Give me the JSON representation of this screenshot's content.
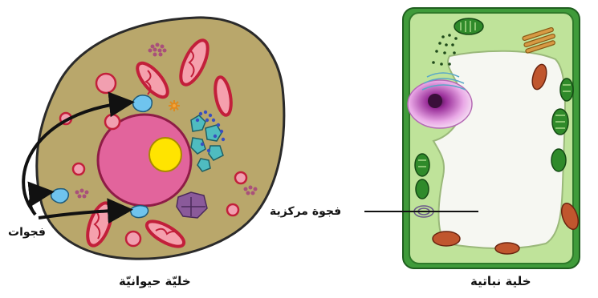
{
  "labels": {
    "vacuoles": "فجوات",
    "central_vacuole": "فجوة مركزية",
    "animal_cell": "خليّة حيوانيّة",
    "plant_cell": "خلية نباتية"
  },
  "colors": {
    "animal_cytoplasm": "#b9a76b",
    "animal_membrane": "#2a2a2a",
    "nucleus": "#e2649c",
    "nucleolus": "#ffe400",
    "mitochondria_outer": "#c21f3a",
    "mitochondria_inner": "#f5a0ad",
    "vacuole": "#6fc4ee",
    "plant_wall": "#3f9b3a",
    "plant_cytoplasm": "#bfe39a",
    "plant_vacuole": "#f6f7f2",
    "plant_nucleus": "#c257c8"
  },
  "icons": [
    "arrow-icon"
  ]
}
